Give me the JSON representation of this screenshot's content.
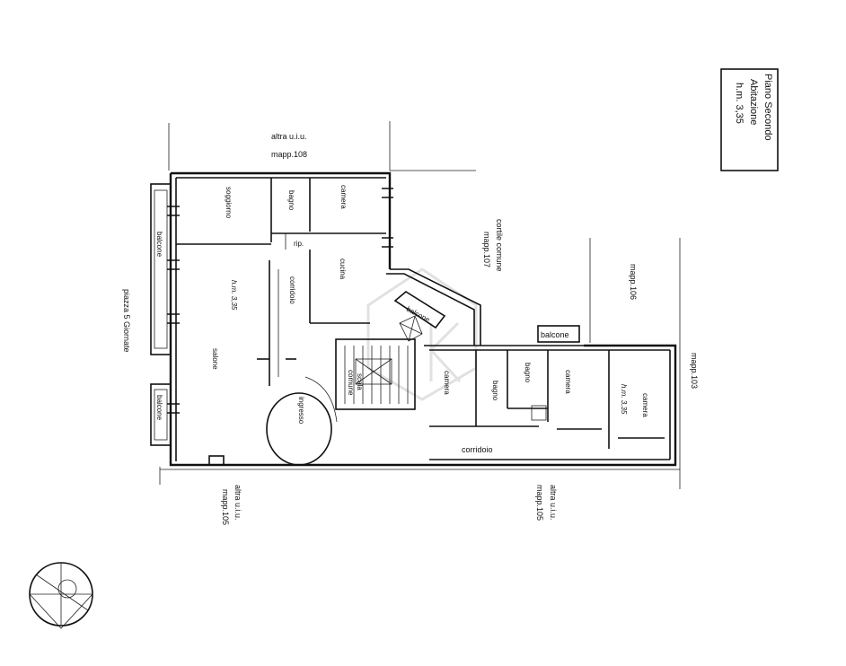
{
  "title_block": {
    "line1": "Piano Secondo",
    "line2": "Abitazione",
    "line3": "h.m. 3,35"
  },
  "neighbors": {
    "top_line1": "altra u.i.u.",
    "top_line2": "mapp.108",
    "courtyard_line1": "cortile comune",
    "courtyard_line2": "mapp.107",
    "right_upper": "mapp.106",
    "right_side": "mapp.103",
    "bottom_left_line1": "altra u.i.u.",
    "bottom_left_line2": "mapp.105",
    "bottom_right_line1": "altra u.i.u.",
    "bottom_right_line2": "mapp.105",
    "street": "piazza 5 Giornate"
  },
  "rooms": {
    "soggiorno": "soggiorno",
    "bagno_top": "bagno",
    "camera_top": "camera",
    "rip": "rip.",
    "cucina": "cucina",
    "corridoio_left": "corridoio",
    "height_left": "h.m. 3,35",
    "salone": "salone",
    "ingresso": "ingresso",
    "scala_line1": "scala",
    "scala_line2": "comune",
    "balcone_court": "balcone",
    "balcone_left_top": "balcone",
    "balcone_left_bottom": "balcone",
    "balcone_right": "balcone",
    "camera_mid": "camera",
    "bagno_mid": "bagno",
    "bagno_small": "bagno",
    "camera_right1": "camera",
    "camera_right2": "camera",
    "height_right": "h.m. 3,35",
    "corridoio_bottom": "corridoio"
  }
}
